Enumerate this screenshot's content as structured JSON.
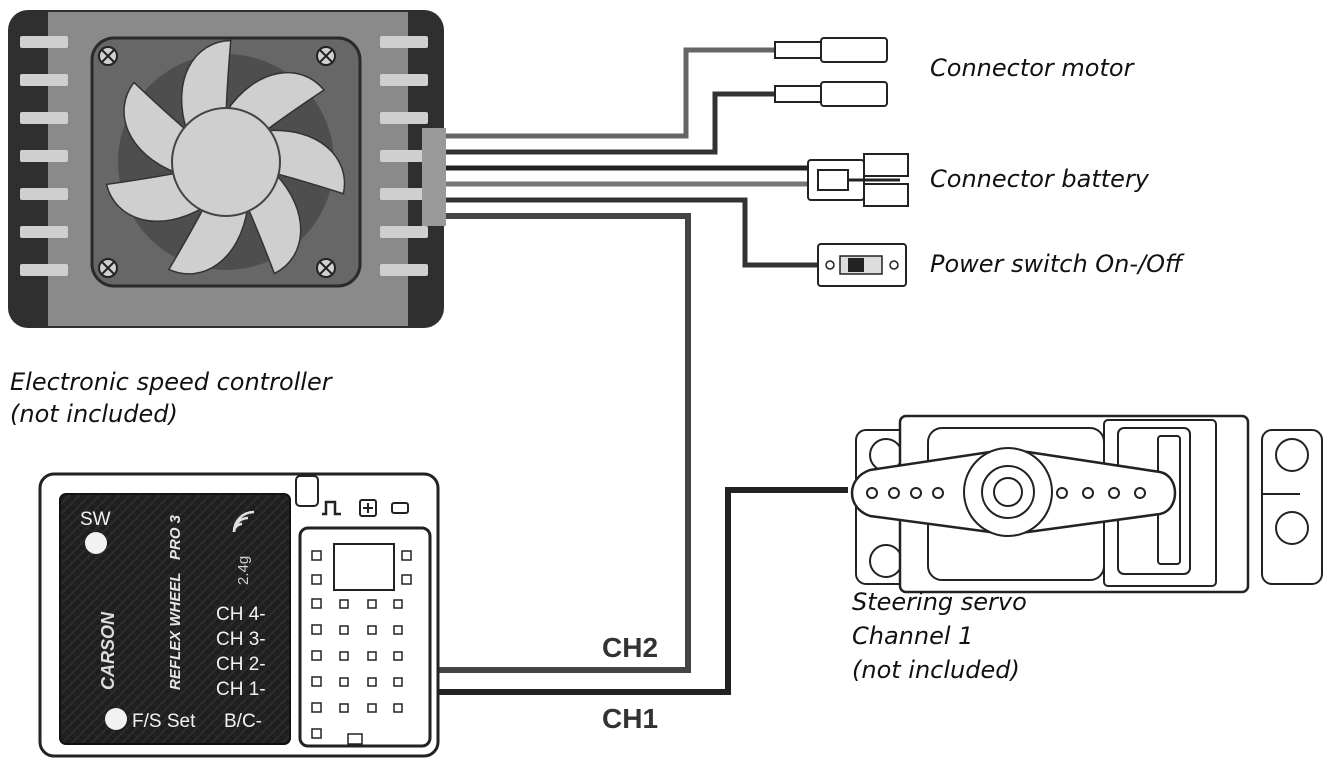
{
  "labels": {
    "connector_motor": "Connector motor",
    "connector_battery": "Connector battery",
    "power_switch": "Power switch On-/Off",
    "esc_line1": "Electronic speed controller",
    "esc_line2": "(not included)",
    "servo_line1": "Steering servo",
    "servo_line2": "Channel 1",
    "servo_line3": "(not included)",
    "ch2": "CH2",
    "ch1": "CH1"
  },
  "receiver": {
    "sw": "SW",
    "brand": "CARSON",
    "model": "REFLEX WHEEL",
    "model_suffix": "PRO 3",
    "band": "2.4g",
    "fs_set": "F/S Set",
    "channels": [
      "CH 4-",
      "CH 3-",
      "CH 2-",
      "CH 1-",
      "B/C-"
    ]
  },
  "icons": {
    "fan": "fan-icon",
    "signal": "wifi-signal-icon",
    "pulse": "pulse-signal-icon",
    "plus": "plus-icon",
    "minus": "minus-icon"
  }
}
